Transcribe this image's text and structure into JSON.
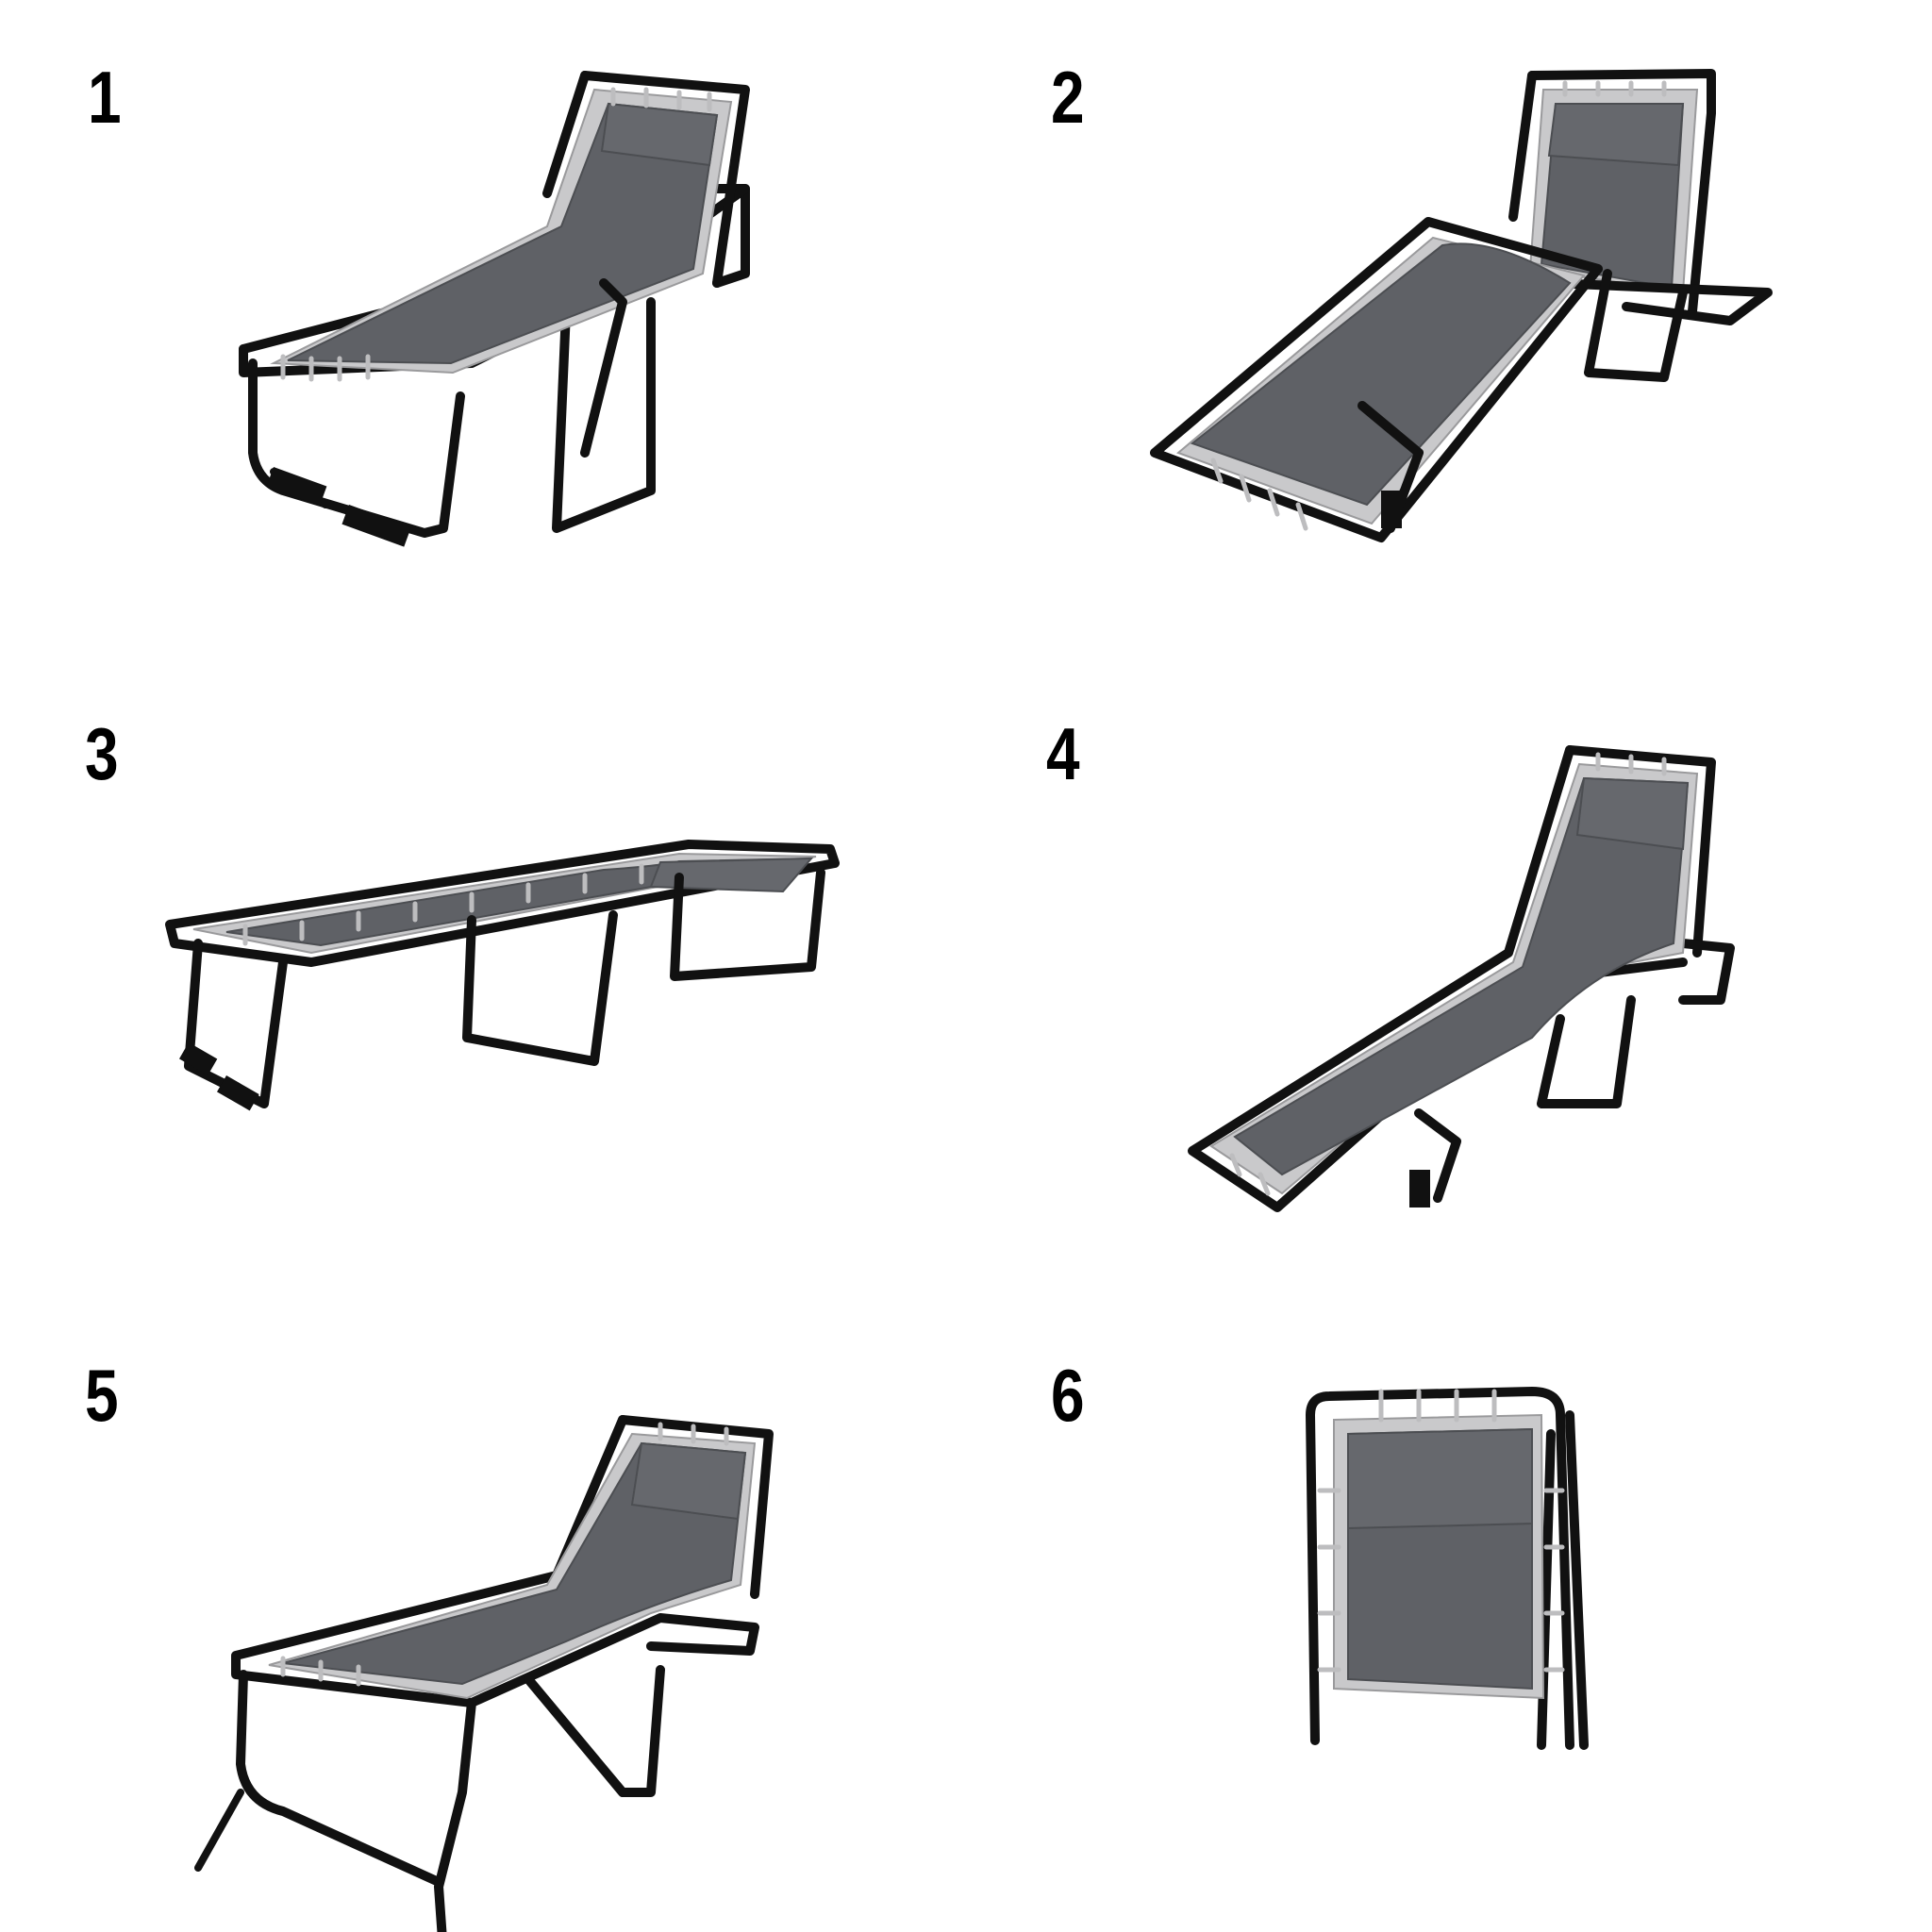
{
  "panels": [
    {
      "number": "1",
      "label": "Sun lounger with backrest raised, legs extended"
    },
    {
      "number": "2",
      "label": "Sun lounger with foot section tilted up"
    },
    {
      "number": "3",
      "label": "Lounger laid flat as a cot"
    },
    {
      "number": "4",
      "label": "Lounger in reclined curved position"
    },
    {
      "number": "5",
      "label": "Lounger with backrest raised and front legs splayed"
    },
    {
      "number": "6",
      "label": "Lounger folded for storage"
    }
  ],
  "colors": {
    "frame": "#111111",
    "fabric": "#5f6166",
    "border_strip": "#c9c9cb",
    "background": "#ffffff"
  }
}
